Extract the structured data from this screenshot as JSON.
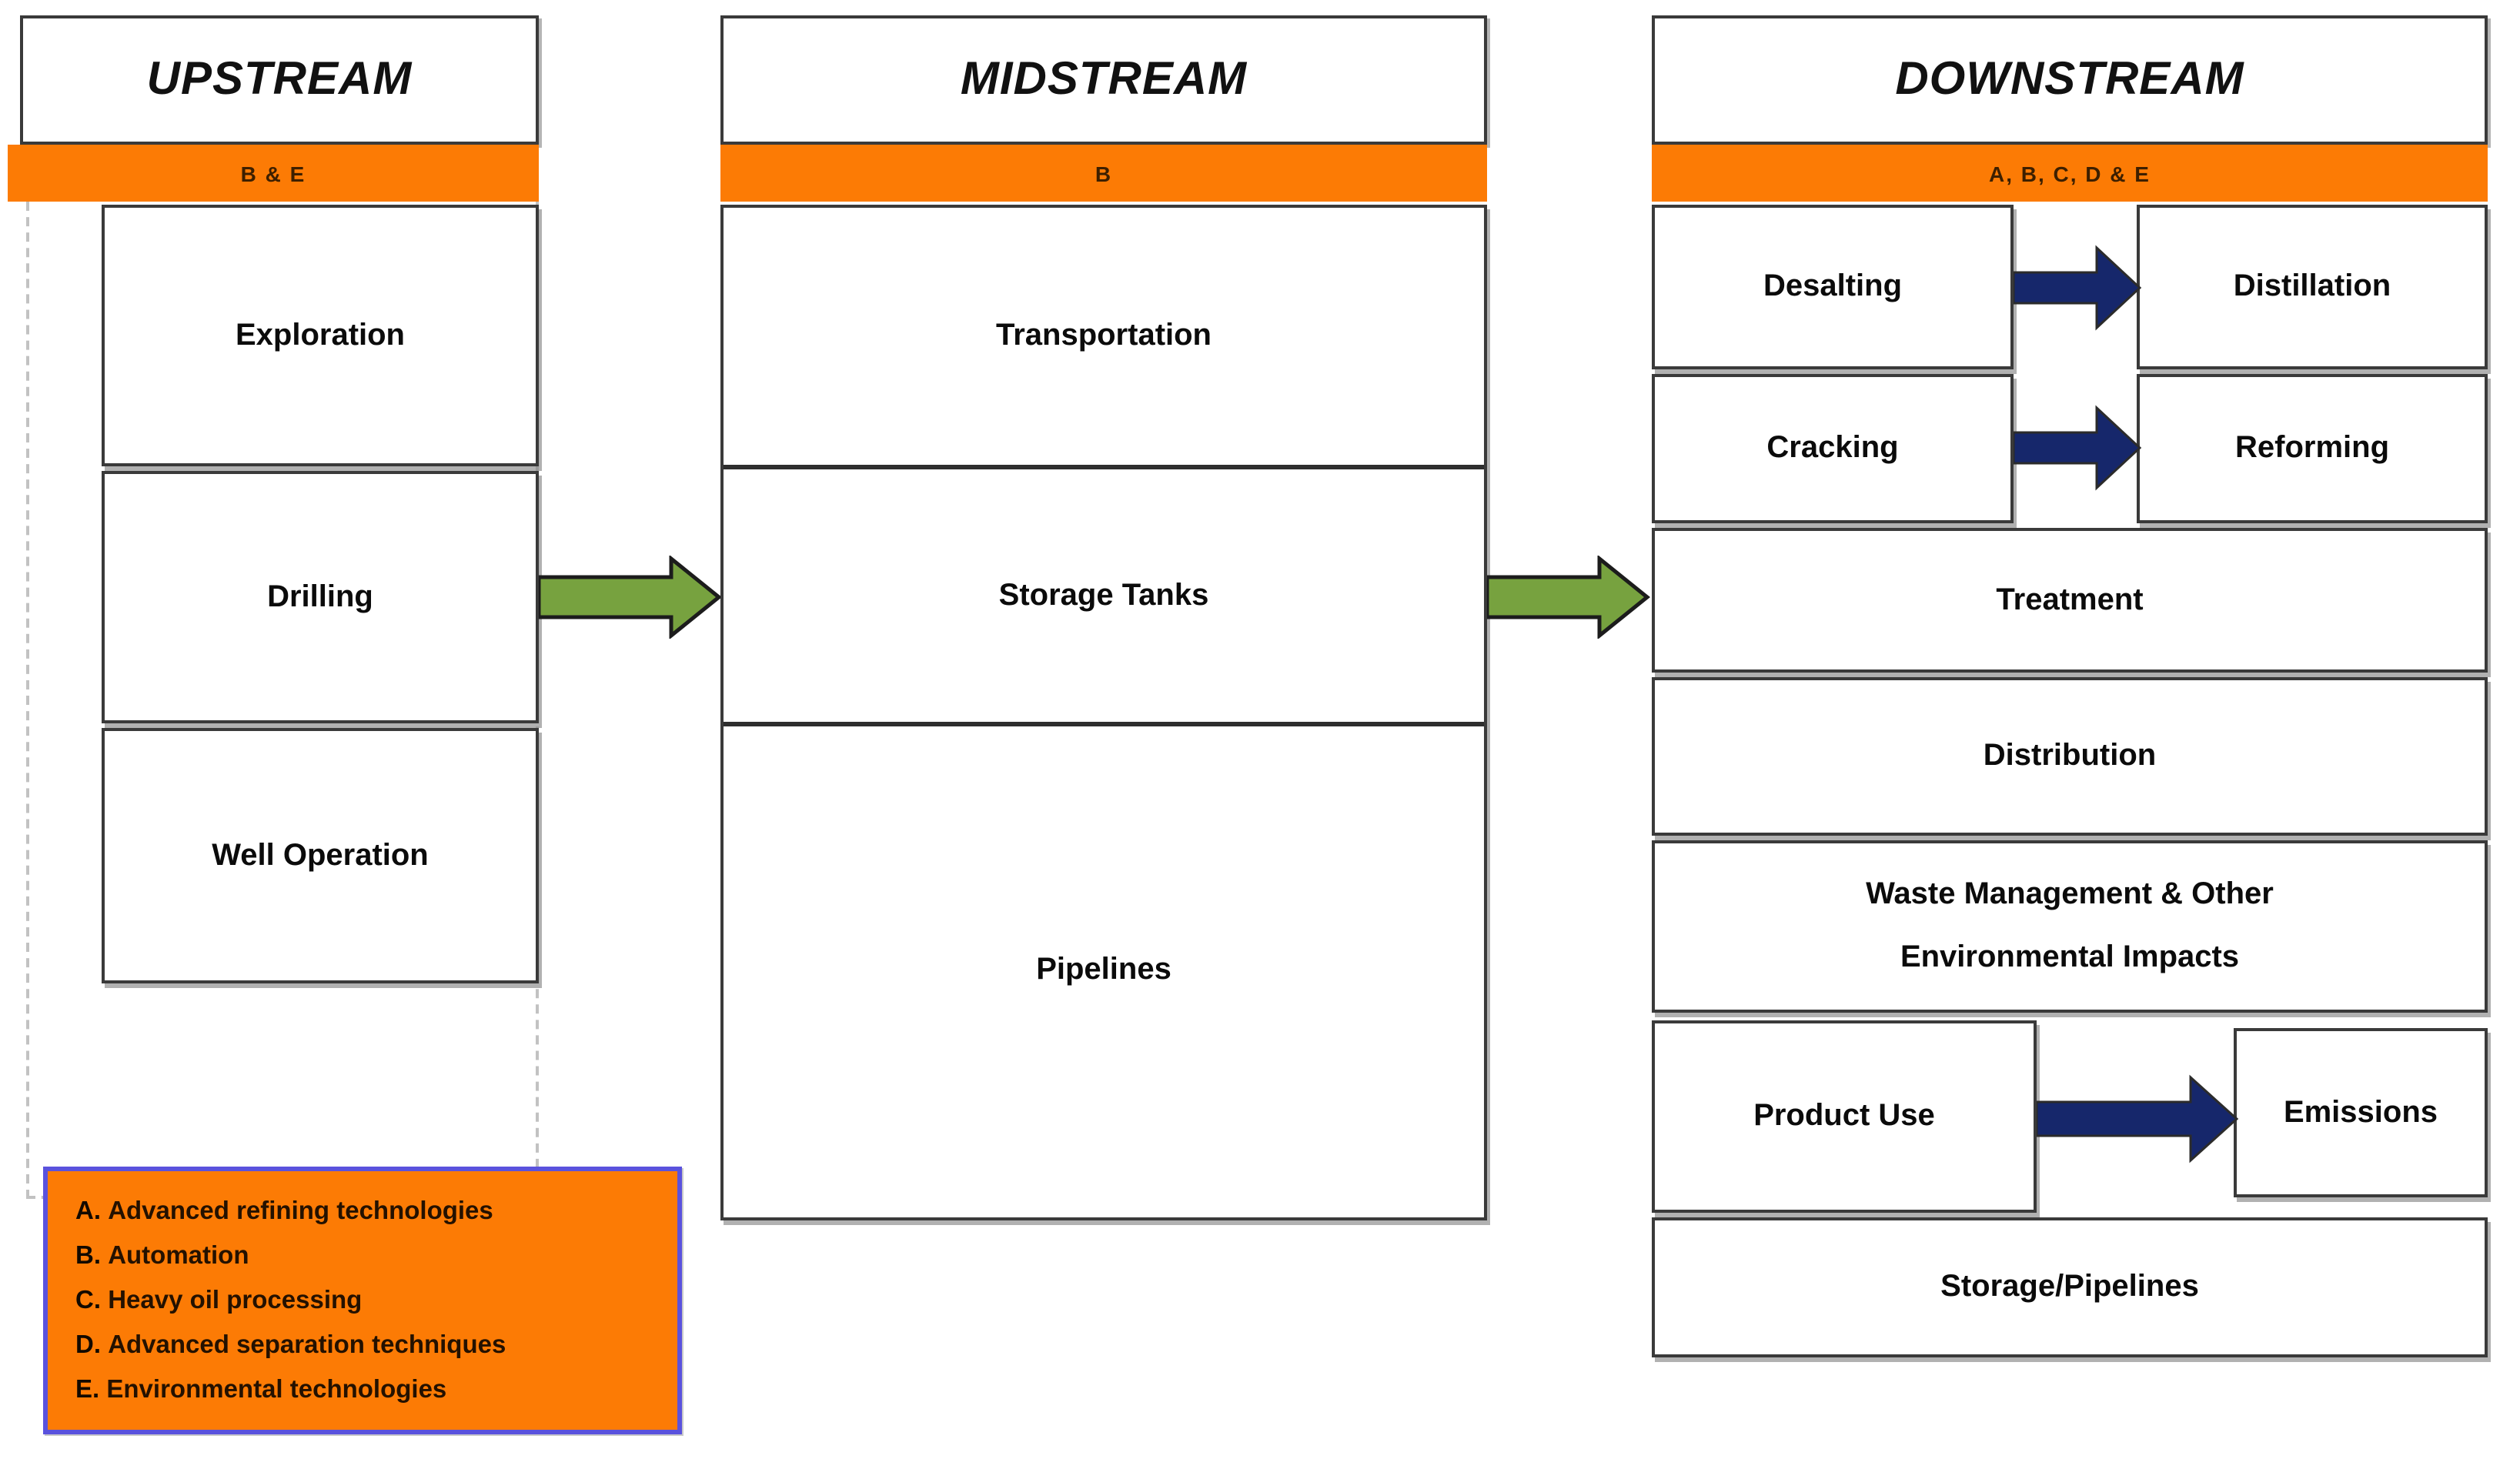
{
  "columns": {
    "upstream": {
      "title": "UPSTREAM",
      "tech_codes": "B & E",
      "boxes": [
        "Exploration",
        "Drilling",
        "Well Operation"
      ]
    },
    "midstream": {
      "title": "MIDSTREAM",
      "tech_codes": "B",
      "boxes": [
        "Transportation",
        "Storage Tanks",
        "Pipelines"
      ]
    },
    "downstream": {
      "title": "DOWNSTREAM",
      "tech_codes": "A, B, C, D & E",
      "refining_pairs": [
        {
          "from": "Desalting",
          "to": "Distillation"
        },
        {
          "from": "Cracking",
          "to": "Reforming"
        }
      ],
      "rows": [
        "Treatment",
        "Distribution"
      ],
      "waste_line1": "Waste Management & Other",
      "waste_line2": "Environmental Impacts",
      "product_use": "Product Use",
      "emissions": "Emissions",
      "storage": "Storage/Pipelines"
    }
  },
  "legend": {
    "items": [
      {
        "key": "A.",
        "label": "Advanced refining technologies"
      },
      {
        "key": "B.",
        "label": "Automation"
      },
      {
        "key": "C.",
        "label": "Heavy oil processing"
      },
      {
        "key": "D.",
        "label": "Advanced separation techniques"
      },
      {
        "key": "E.",
        "label": "Environmental technologies"
      }
    ]
  },
  "colors": {
    "orange": "#FC7B05",
    "legend_border": "#5A52DD",
    "green_arrow": "#77A23F",
    "navy_arrow": "#16276B",
    "box_border": "#3A3A3A",
    "bar_text": "#3D1F00",
    "dashed": "#C2C2C2"
  }
}
